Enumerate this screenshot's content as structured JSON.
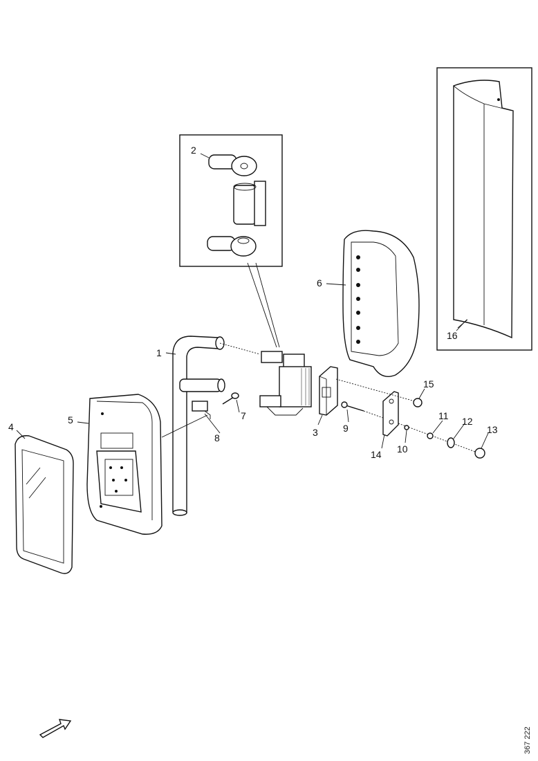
{
  "diagram": {
    "callouts": [
      "1",
      "2",
      "3",
      "4",
      "5",
      "6",
      "7",
      "8",
      "9",
      "10",
      "11",
      "12",
      "13",
      "14",
      "15",
      "16"
    ],
    "document_ref": "367 222",
    "parts": [
      {
        "number": "1",
        "name": "mirror-arm"
      },
      {
        "number": "2",
        "name": "hinge-detail-inset"
      },
      {
        "number": "3",
        "name": "clamp-bracket"
      },
      {
        "number": "4",
        "name": "mirror-glass"
      },
      {
        "number": "5",
        "name": "mirror-housing"
      },
      {
        "number": "6",
        "name": "wide-angle-mirror-housing"
      },
      {
        "number": "7",
        "name": "screw"
      },
      {
        "number": "8",
        "name": "clip"
      },
      {
        "number": "9",
        "name": "bolt"
      },
      {
        "number": "10",
        "name": "washer"
      },
      {
        "number": "11",
        "name": "spring-washer"
      },
      {
        "number": "12",
        "name": "washer"
      },
      {
        "number": "13",
        "name": "nut"
      },
      {
        "number": "14",
        "name": "mounting-plate"
      },
      {
        "number": "15",
        "name": "nut"
      },
      {
        "number": "16",
        "name": "mirror-glass-panel"
      }
    ],
    "direction_arrow": "arrow-icon"
  }
}
